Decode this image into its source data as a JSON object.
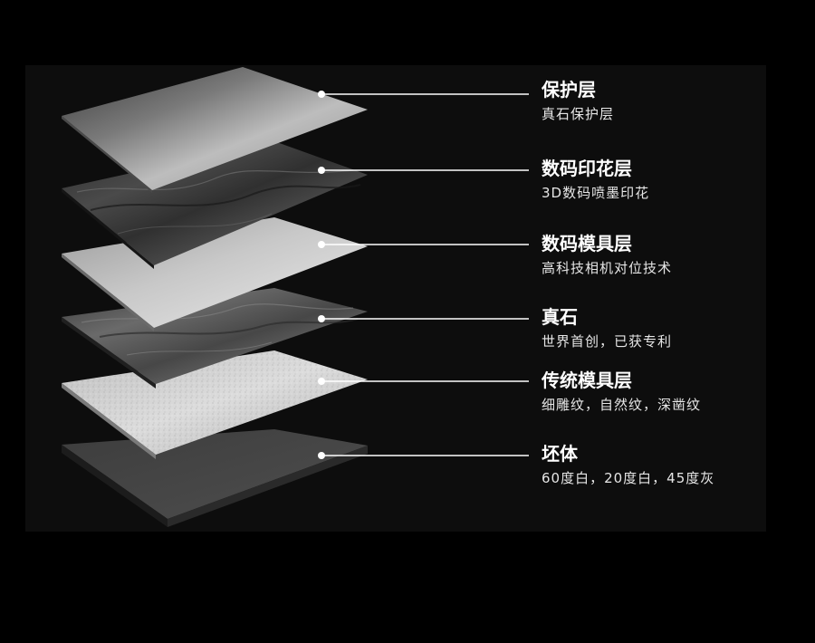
{
  "layers": [
    {
      "name": "保护层",
      "desc": "真石保护层"
    },
    {
      "name": "数码印花层",
      "desc": "3D数码喷墨印花"
    },
    {
      "name": "数码模具层",
      "desc": "高科技相机对位技术"
    },
    {
      "name": "真石",
      "desc": "世界首创，已获专利"
    },
    {
      "name": "传统模具层",
      "desc": "细雕纹，自然纹，深凿纹"
    },
    {
      "name": "坯体",
      "desc": "60度白，20度白，45度灰"
    }
  ]
}
